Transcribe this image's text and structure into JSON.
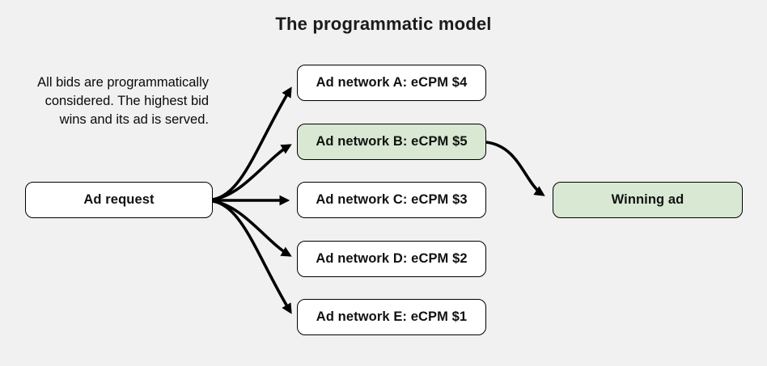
{
  "title": "The programmatic model",
  "description": {
    "line1": "All bids are programmatically",
    "line2": "considered. The highest bid",
    "line3": "wins and its ad is served."
  },
  "nodes": {
    "ad_request": {
      "label": "Ad request",
      "highlighted": false
    },
    "network_a": {
      "label": "Ad network A: eCPM $4",
      "ecpm": 4,
      "highlighted": false
    },
    "network_b": {
      "label": "Ad network B: eCPM $5",
      "ecpm": 5,
      "highlighted": true
    },
    "network_c": {
      "label": "Ad network C: eCPM $3",
      "ecpm": 3,
      "highlighted": false
    },
    "network_d": {
      "label": "Ad network D: eCPM $2",
      "ecpm": 2,
      "highlighted": false
    },
    "network_e": {
      "label": "Ad network E: eCPM $1",
      "ecpm": 1,
      "highlighted": false
    },
    "winning_ad": {
      "label": "Winning ad",
      "highlighted": true
    }
  },
  "colors": {
    "background": "#f1f1f1",
    "box_fill": "#ffffff",
    "highlight_fill": "#d8e8d2",
    "border": "#000000",
    "arrow": "#000000",
    "text": "#111111"
  }
}
